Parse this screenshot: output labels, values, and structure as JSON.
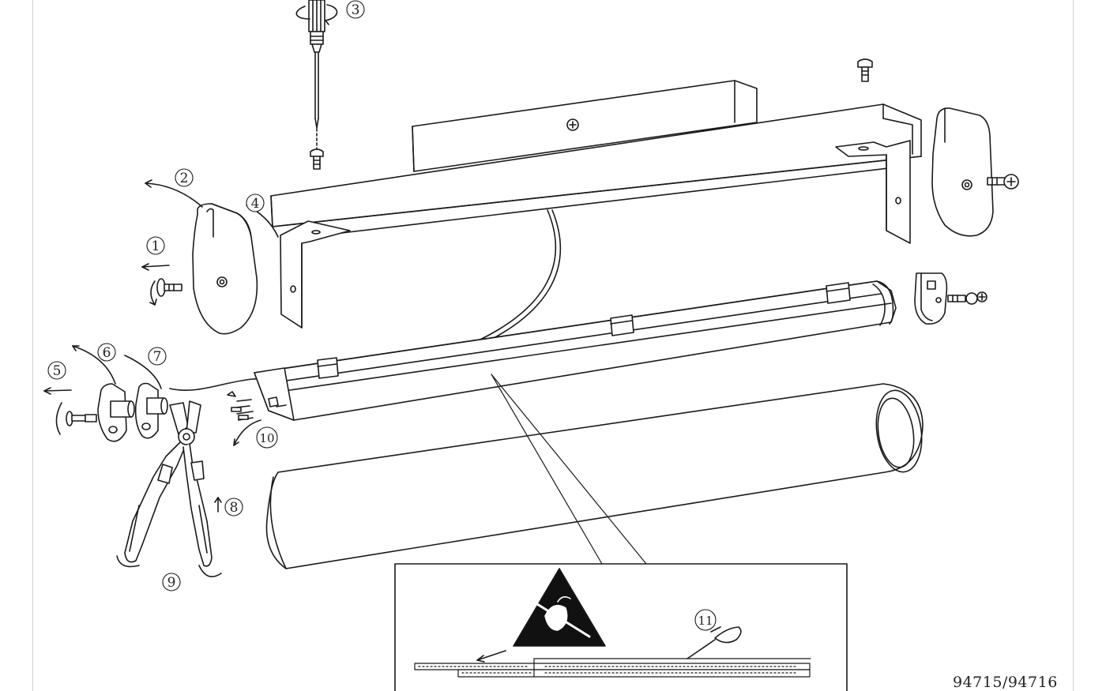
{
  "steps": [
    {
      "id": 1,
      "label": "1"
    },
    {
      "id": 2,
      "label": "2"
    },
    {
      "id": 3,
      "label": "3"
    },
    {
      "id": 4,
      "label": "4"
    },
    {
      "id": 5,
      "label": "5"
    },
    {
      "id": 6,
      "label": "6"
    },
    {
      "id": 7,
      "label": "7"
    },
    {
      "id": 8,
      "label": "8"
    },
    {
      "id": 9,
      "label": "9"
    },
    {
      "id": 10,
      "label": "10"
    },
    {
      "id": 11,
      "label": "11"
    }
  ],
  "model_code": "94715/94716",
  "colors": {
    "line": "#1a1a1a",
    "fill": "#ffffff",
    "warning": "#111111"
  },
  "icons": [
    "screwdriver-icon",
    "screw-icon",
    "pliers-icon",
    "esd-warning-icon",
    "rotate-arrow-icon"
  ]
}
